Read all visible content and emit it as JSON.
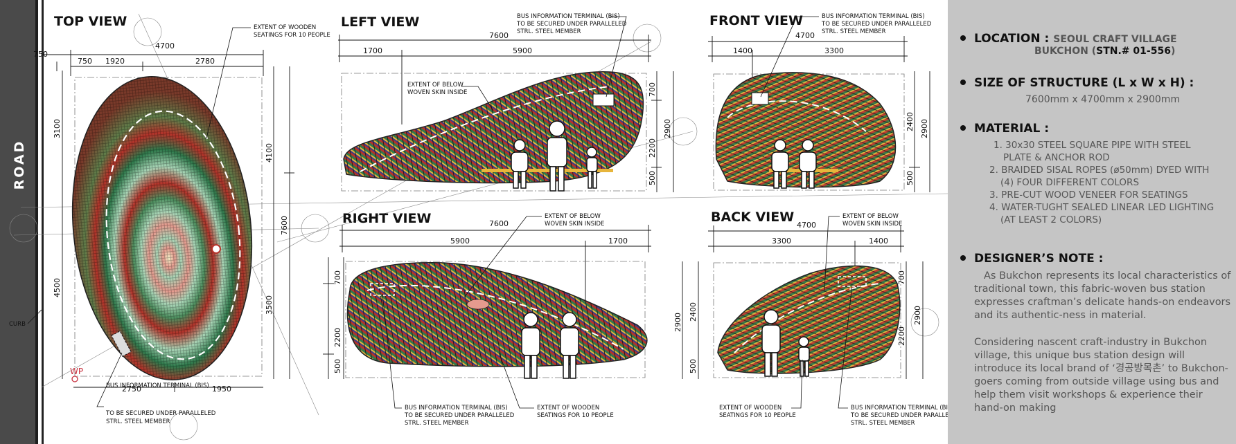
{
  "road": {
    "label": "ROAD"
  },
  "views": {
    "top": {
      "title": "TOP VIEW",
      "dims": {
        "w1": "750",
        "w2": "1920",
        "w3": "2780",
        "total": "4700",
        "partial": "750",
        "h1": "3100",
        "h2": "4500",
        "r1": "4100",
        "r2": "3500",
        "r3": "7600",
        "b1": "2750",
        "b2": "1950"
      },
      "notes": {
        "wooden": [
          "EXTENT OF WOODEN",
          "SEATINGS FOR 10 PEOPLE"
        ],
        "bis": [
          "BUS INFORMATION TERMINAL (BIS)",
          "TO BE SECURED UNDER PARALLELED",
          "STRL. STEEL MEMBER"
        ],
        "curb": "CURB",
        "wp": "WP"
      }
    },
    "left": {
      "title": "LEFT VIEW",
      "dims": {
        "total": "7600",
        "d1": "1700",
        "d2": "5900",
        "h1": "700",
        "h2": "2200",
        "h3": "500",
        "h4": "2900"
      },
      "notes": {
        "skin": [
          "EXTENT OF BELOW",
          "WOVEN SKIN INSIDE"
        ],
        "bis": [
          "BUS INFORMATION TERMINAL (BIS)",
          "TO BE SECURED UNDER PARALLELED",
          "STRL. STEEL MEMBER"
        ]
      }
    },
    "front": {
      "title": "FRONT VIEW",
      "dims": {
        "total": "4700",
        "d1": "1400",
        "d2": "3300",
        "h1": "2400",
        "h2": "500",
        "h3": "2900"
      },
      "notes": {
        "bis": [
          "BUS INFORMATION TERMINAL (BIS)",
          "TO BE SECURED UNDER PARALLELED",
          "STRL. STEEL MEMBER"
        ]
      }
    },
    "right": {
      "title": "RIGHT VIEW",
      "dims": {
        "total": "7600",
        "d1": "5900",
        "d2": "1700",
        "h1": "700",
        "h2": "2200",
        "h3": "500"
      },
      "notes": {
        "skin": [
          "EXTENT OF BELOW",
          "WOVEN SKIN INSIDE"
        ],
        "bis": [
          "BUS INFORMATION TERMINAL (BIS)",
          "TO BE SECURED UNDER PARALLELED",
          "STRL. STEEL MEMBER"
        ],
        "wooden": [
          "EXTENT OF WOODEN",
          "SEATINGS FOR 10 PEOPLE"
        ]
      }
    },
    "back": {
      "title": "BACK VIEW",
      "dims": {
        "total": "4700",
        "d1": "3300",
        "d2": "1400",
        "h1": "2900",
        "h2": "2400",
        "h3": "500",
        "r1": "700",
        "r2": "2200",
        "r3": "2900"
      },
      "notes": {
        "skin": [
          "EXTENT OF BELOW",
          "WOVEN SKIN INSIDE"
        ],
        "wooden": [
          "EXTENT OF WOODEN",
          "SEATINGS FOR 10 PEOPLE"
        ],
        "bis": [
          "BUS INFORMATION TERMINAL (BIS)",
          "TO BE SECURED UNDER PARALLELED",
          "STRL. STEEL MEMBER"
        ]
      }
    }
  },
  "panel": {
    "location": {
      "label": "LOCATION :",
      "line1": "SEOUL CRAFT VILLAGE",
      "line2": "BUKCHON (",
      "stn": "STN.# 01-556",
      ")": ")"
    },
    "size": {
      "label": "SIZE OF STRUCTURE (L x W x H) :",
      "value": "7600mm x 4700mm x 2900mm"
    },
    "material": {
      "label": "MATERIAL :",
      "lines": [
        "1. 30x30 STEEL SQUARE PIPE WITH STEEL",
        "PLATE & ANCHOR ROD",
        "2. BRAIDED SISAL ROPES (ø50mm) DYED WITH",
        "(4) FOUR DIFFERENT COLORS",
        "3. PRE-CUT WOOD VENEER FOR SEATINGS",
        "4. WATER-TUGHT SEALED LINEAR LED LIGHTING",
        "(AT LEAST 2 COLORS)"
      ]
    },
    "note": {
      "label": "DESIGNER’S NOTE :",
      "p1": "As Bukchon represents its local characteristics of traditional town, this fabric-woven bus station expresses craftman’s delicate hands-on endeavors and its authentic-ness in material.",
      "p2": "Considering nascent craft-industry in Bukchon village, this unique bus station design will introduce its local brand of ‘경공방목촌’ to Bukchon-goers coming from outside village using bus and help them visit workshops & experience their hand-on making"
    }
  },
  "colors": {
    "road": "#4a4a4a",
    "panel": "#c5c5c5",
    "rope_red": "#b5332a",
    "rope_green": "#2f7a4c",
    "rope_pink": "#e59a8e",
    "rope_mint": "#a8d5b6",
    "wood": "#e7b53b"
  }
}
